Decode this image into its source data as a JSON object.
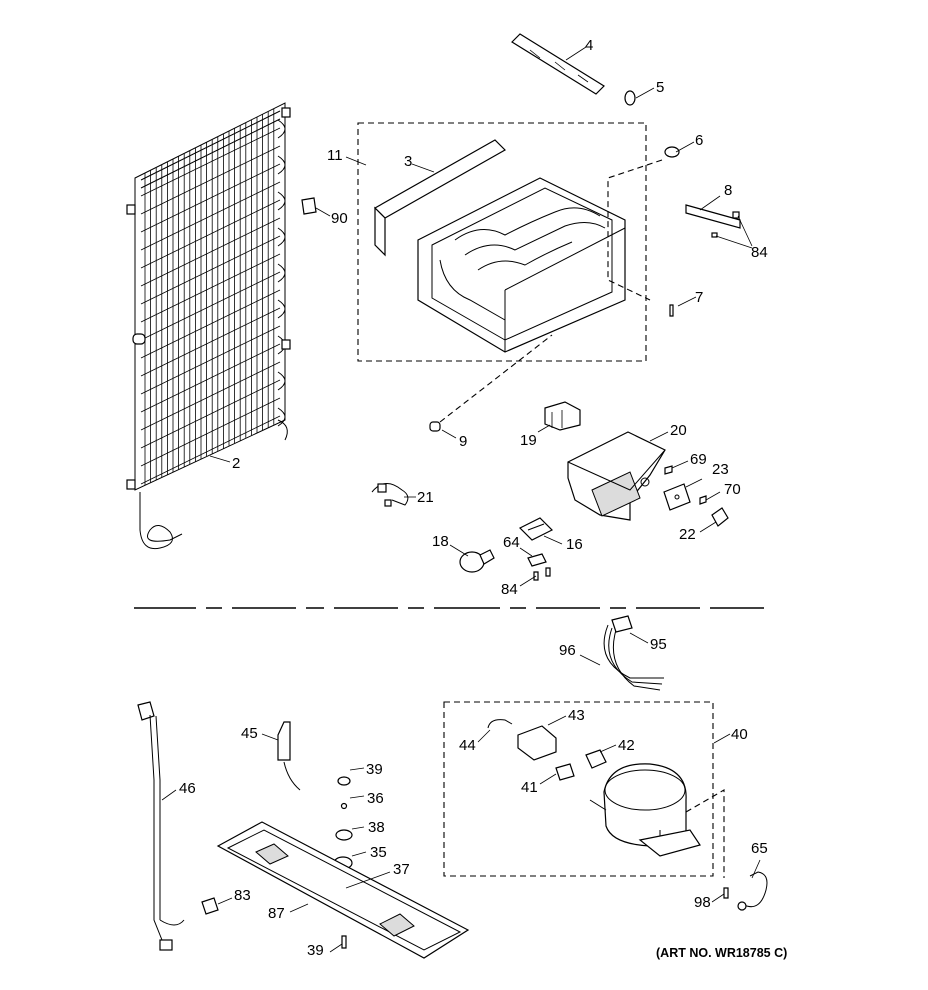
{
  "diagram": {
    "art_number": "(ART NO. WR18785 C)",
    "labels": {
      "p2": "2",
      "p3": "3",
      "p4": "4",
      "p5": "5",
      "p6": "6",
      "p7": "7",
      "p8": "8",
      "p9": "9",
      "p11": "11",
      "p16": "16",
      "p18": "18",
      "p19": "19",
      "p20": "20",
      "p21": "21",
      "p22": "22",
      "p23": "23",
      "p35": "35",
      "p36": "36",
      "p37": "37",
      "p38": "38",
      "p39a": "39",
      "p39b": "39",
      "p40": "40",
      "p41": "41",
      "p42": "42",
      "p43": "43",
      "p44": "44",
      "p45": "45",
      "p46": "46",
      "p64": "64",
      "p65": "65",
      "p69": "69",
      "p70": "70",
      "p83": "83",
      "p84a": "84",
      "p84b": "84",
      "p87": "87",
      "p90": "90",
      "p95": "95",
      "p96": "96",
      "p98": "98"
    }
  }
}
